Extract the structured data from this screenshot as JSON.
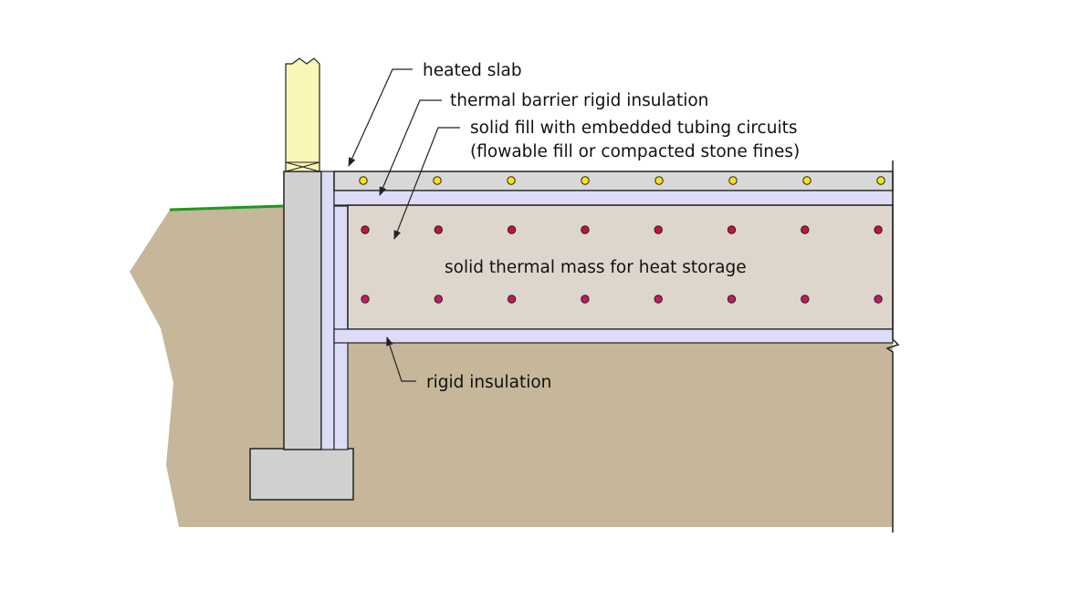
{
  "labels": {
    "heated_slab": "heated slab",
    "thermal_barrier": "thermal barrier rigid insulation",
    "solid_fill_line1": "solid fill with embedded tubing circuits",
    "solid_fill_line2": "(flowable fill or compacted stone fines)",
    "thermal_mass": "solid thermal mass for heat storage",
    "rigid_insulation": "rigid insulation"
  },
  "colors": {
    "soil": "#c6b79a",
    "concrete": "#d0d0d0",
    "insulation": "#dcdcf6",
    "thermal_mass": "#ded6cd",
    "slab": "#d8d8d8",
    "stud": "#faf6b8",
    "grass": "#1a9a1a",
    "tubing_slab": "#f5e21c",
    "tubing_mass": "#c8113a",
    "outline": "#222222"
  },
  "tubing": {
    "slab_row_count": 8,
    "mass_row_count": 8,
    "mass_rows": 2
  }
}
